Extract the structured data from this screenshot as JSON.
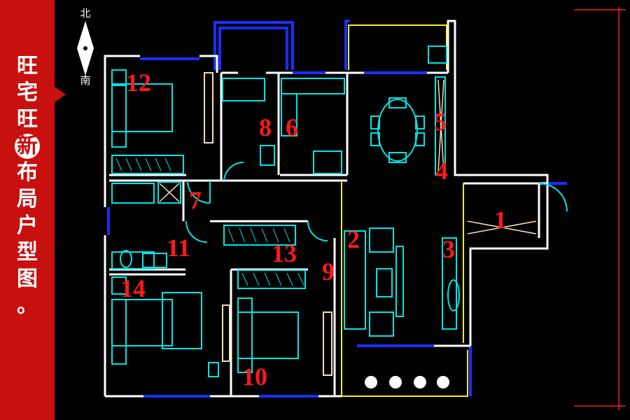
{
  "sidebar": {
    "title_chars": [
      "旺",
      "宅",
      "旺",
      "新",
      "布",
      "局",
      "户",
      "型",
      "图",
      "。"
    ],
    "highlight_index": 3,
    "background_color": "#c8100f"
  },
  "compass": {
    "north_label": "北",
    "south_label": "南"
  },
  "room_numbers": [
    "1",
    "2",
    "3",
    "4",
    "5",
    "6",
    "7",
    "8",
    "9",
    "10",
    "11",
    "12",
    "13",
    "14"
  ],
  "colors": {
    "wall": "#ffffff",
    "window": "#1a2fff",
    "balcony_outline": "#ffee00",
    "furniture": "#00e5e5",
    "door_frame": "#f5deb3",
    "room_number": "#ff1a1a",
    "frame_border": "#ff1a1a"
  }
}
